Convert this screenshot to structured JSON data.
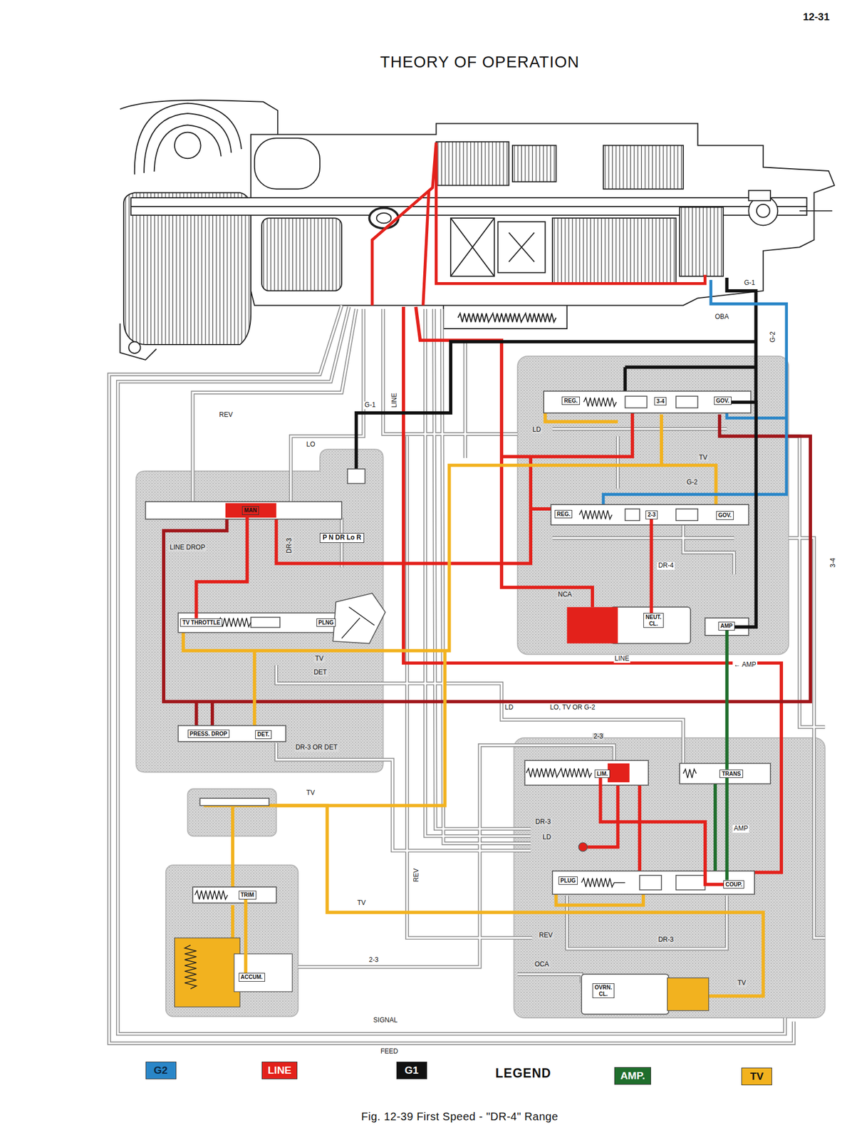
{
  "diagram": {
    "title": "THEORY OF OPERATION",
    "caption": "Fig. 12-39 First Speed - \"DR-4\" Range",
    "nodes": [
      {
        "text": [
          "REG."
        ]
      },
      {
        "text": [
          "3-4"
        ]
      },
      {
        "text": [
          "GOV."
        ]
      },
      {
        "text": [
          "MAN"
        ]
      },
      {
        "text": [
          "REG."
        ]
      },
      {
        "text": [
          "2-3"
        ]
      },
      {
        "text": [
          "GOV."
        ]
      },
      {
        "text": [
          "TV THROTTLE"
        ]
      },
      {
        "text": [
          "PLNG"
        ]
      },
      {
        "text": [
          "NEUT. CL."
        ]
      },
      {
        "text": [
          "AMP"
        ]
      },
      {
        "text": [
          "PRESS. DROP"
        ]
      },
      {
        "text": [
          "DET."
        ]
      },
      {
        "text": [
          "LIM."
        ]
      },
      {
        "text": [
          "TRANS"
        ]
      },
      {
        "text": [
          "PLUG"
        ]
      },
      {
        "text": [
          "COUP."
        ]
      },
      {
        "text": [
          "TRIM"
        ]
      },
      {
        "text": [
          "ACCUM."
        ]
      },
      {
        "text": [
          "OVRN. CL."
        ]
      }
    ],
    "edges": [
      {
        "from": 3,
        "to": 7,
        "arrow": "none"
      },
      {
        "from": 10,
        "to": 14,
        "label": "← AMP",
        "arrow": "none"
      },
      {
        "from": 14,
        "to": 16,
        "label": "AMP",
        "arrow": "none"
      },
      {
        "from": 17,
        "to": 18,
        "arrow": "none"
      },
      {
        "from": 13,
        "to": 16,
        "arrow": "none"
      },
      {
        "from": 2,
        "to": 10,
        "arrow": "none"
      },
      {
        "from": 5,
        "to": 9,
        "label": "DR-4",
        "arrow": "none"
      }
    ],
    "labels": [
      "12-31",
      "OBA",
      "G-1",
      "G-2",
      "LINE",
      "G-1",
      "REV",
      "LO",
      "LD",
      "TV",
      "G-2",
      "DR-3",
      "P N DR Lo R",
      "LINE DROP",
      "NCA",
      "3-4",
      "LINE",
      "TV",
      "DET",
      "LD",
      "LO, TV OR G-2",
      "DR-3 OR DET",
      "2-3",
      "TV",
      "DR-3",
      "LD",
      "REV",
      "TV",
      "REV",
      "DR-3",
      "2-3",
      "OCA",
      "TV",
      "SIGNAL",
      "FEED",
      "LEGEND"
    ],
    "legend": [
      {
        "text": "G2",
        "color": "#2a86c8"
      },
      {
        "text": "LINE",
        "color": "#e3211b"
      },
      {
        "text": "G1",
        "color": "#111111"
      },
      {
        "text": "AMP.",
        "color": "#1f6e2c"
      },
      {
        "text": "TV",
        "color": "#f2b21f"
      }
    ]
  }
}
